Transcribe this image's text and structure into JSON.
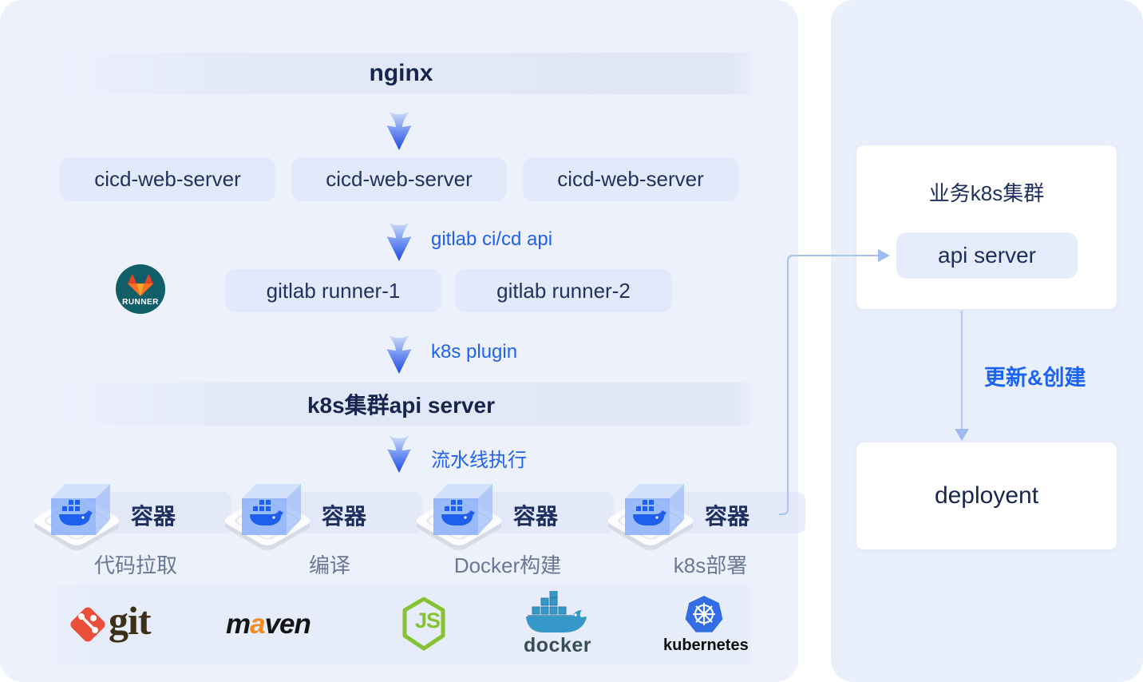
{
  "left_panel": {
    "nginx_title": "nginx",
    "web_servers": [
      "cicd-web-server",
      "cicd-web-server",
      "cicd-web-server"
    ],
    "gitlab_api_label": "gitlab ci/cd api",
    "runner_badge_text": "RUNNER",
    "runners": [
      "gitlab runner-1",
      "gitlab runner-2"
    ],
    "k8s_plugin_label": "k8s plugin",
    "k8s_band_title": "k8s集群api server",
    "pipeline_label": "流水线执行",
    "containers": [
      {
        "label": "容器",
        "caption": "代码拉取"
      },
      {
        "label": "容器",
        "caption": "编译"
      },
      {
        "label": "容器",
        "caption": "Docker构建"
      },
      {
        "label": "容器",
        "caption": "k8s部署"
      }
    ],
    "logos": {
      "git": "git",
      "maven_m": "m",
      "maven_a": "a",
      "maven_ven": "ven",
      "node_js": "JS",
      "docker": "docker",
      "kubernetes": "kubernetes"
    }
  },
  "right_panel": {
    "cluster_title": "业务k8s集群",
    "api_server_label": "api server",
    "update_label": "更新&创建",
    "deployment_label": "deployent"
  },
  "colors": {
    "left_panel_bg": "#edf1fc",
    "right_panel_bg": "#e9effb",
    "band_fill": "#e2e8f7",
    "box_fill": "#e2e9fa",
    "navy_text": "#1d2b58",
    "accent_blue": "#2062f0",
    "caption_gray": "#6b7894",
    "connector_blue": "#a9c3f1",
    "arrow_gradient_end": "#1f4ae0",
    "runner_teal": "#0f5e68",
    "gitlab_orange": "#e24329",
    "git_red": "#ea4f3b",
    "maven_orange": "#f28c1e",
    "node_green": "#85c332",
    "docker_blue": "#3598c8",
    "kubernetes_blue": "#326de5"
  }
}
